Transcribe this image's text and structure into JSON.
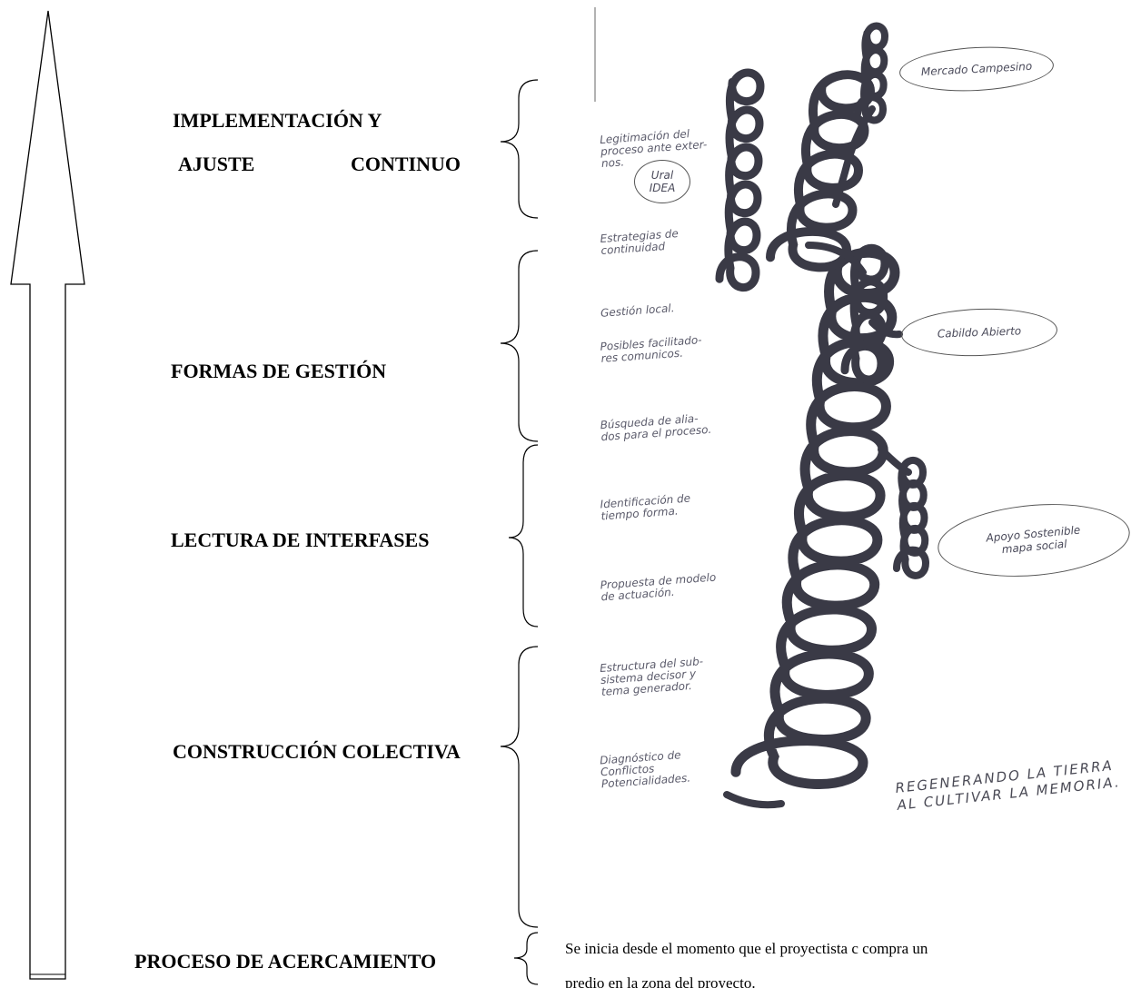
{
  "stages": {
    "implementacion_line1": "IMPLEMENTACIÓN Y",
    "implementacion_line2a": "AJUSTE",
    "implementacion_line2b": "CONTINUO",
    "formas": "FORMAS DE GESTIÓN",
    "lectura": "LECTURA DE INTERFASES",
    "construccion": "CONSTRUCCIÓN COLECTIVA",
    "proceso": "PROCESO DE ACERCAMIENTO"
  },
  "handwritten": {
    "legitimacion": [
      "Legitimación del",
      "proceso ante exter-",
      "nos."
    ],
    "estrategias": [
      "Estrategias de",
      "continuidad"
    ],
    "gestion": [
      "Gestión local."
    ],
    "posibles": [
      "Posibles facilitado-",
      "res comunicos."
    ],
    "busqueda": [
      "Búsqueda de alia-",
      "dos para el proceso."
    ],
    "identificacion": [
      "Identificación de",
      "tiempo forma."
    ],
    "propuesta": [
      "Propuesta de modelo",
      "de actuación."
    ],
    "estructura": [
      "Estructura del sub-",
      "sistema decisor y",
      "tema generador."
    ],
    "diagnostico": [
      "Diagnóstico de",
      "Conflictos",
      "Potencialidades."
    ]
  },
  "bubbles": {
    "ural_idea": [
      "Ural",
      "IDEA"
    ],
    "mercado": "Mercado Campesino",
    "cabildo": "Cabildo Abierto",
    "apoyo": [
      "Apoyo Sostenible",
      "mapa social"
    ]
  },
  "motto": [
    "REGENERANDO LA TIERRA",
    "AL CULTIVAR LA MEMORIA."
  ],
  "note": [
    "Se inicia desde el momento que el proyectista c compra un",
    "predio en la zona del proyecto."
  ]
}
